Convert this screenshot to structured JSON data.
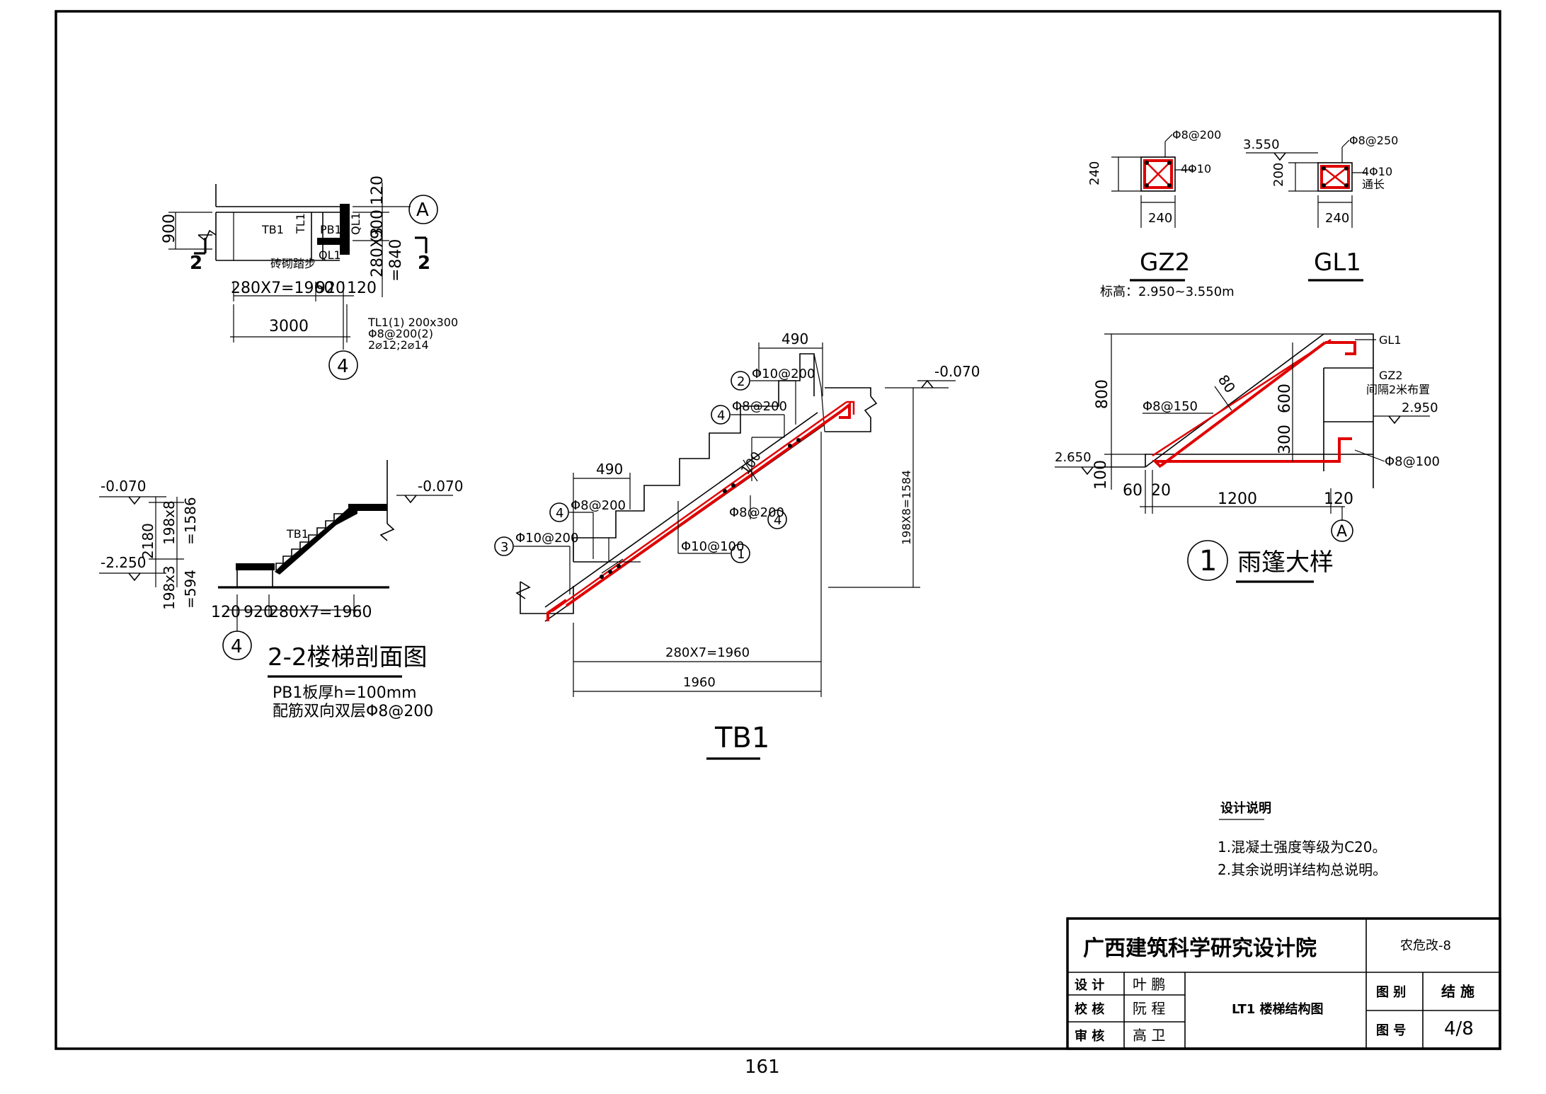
{
  "plan": {
    "axis_a": "A",
    "axis_4": "4",
    "section_mark_left": "2",
    "section_mark_right": "2",
    "dim_900_left": "900",
    "dim_120_top": "120",
    "dim_900_right": "900",
    "dim_280x3": "280X3",
    "dim_840": "=840",
    "label_tb1": "TB1",
    "label_tl1": "TL1",
    "label_pb1": "PB1",
    "label_ql1_v": "QL1",
    "label_ql1": "QL1",
    "label_brick_step": "砖砌踏步",
    "dim_280x7": "280X7=1960",
    "dim_920": "920",
    "dim_120": "120",
    "dim_3000": "3000",
    "note_line1": "TL1(1) 200x300",
    "note_line2": "Φ8@200(2)",
    "note_line3": "2⌀12;2⌀14"
  },
  "section22": {
    "elev_top_left": "-0.070",
    "elev_top_right": "-0.070",
    "elev_low": "-2.250",
    "dim_2180": "2180",
    "dim_198x8": "198x8",
    "dim_1586": "=1586",
    "dim_198x3": "198x3",
    "dim_594": "=594",
    "label_tb1": "TB1",
    "dim_120": "120",
    "dim_920": "920",
    "dim_280x7": "280X7=1960",
    "axis_4": "4",
    "title": "2-2楼梯剖面图",
    "note1": "PB1板厚h=100mm",
    "note2": "配筋双向双层Φ8@200"
  },
  "tb1": {
    "dim_490_top": "490",
    "dim_490_left": "490",
    "bar2_label": "Φ10@200",
    "bar2_no": "2",
    "bar4a_label": "Φ8@200",
    "bar4a_no": "4",
    "bar4b_label": "Φ8@200",
    "bar4b_no": "4",
    "bar4c_label": "Φ8@200",
    "bar4c_no": "4",
    "bar3_label": "Φ10@200",
    "bar3_no": "3",
    "bar1_label": "Φ10@100",
    "bar1_no": "1",
    "thickness": "100",
    "elev": "-0.070",
    "dim_vertical": "198X8=1584",
    "dim_280x7": "280X7=1960",
    "dim_1960": "1960",
    "title": "TB1"
  },
  "gz2": {
    "top_label": "Φ8@200",
    "side_label": "4Φ10",
    "dim_240_v": "240",
    "dim_240_h": "240",
    "title": "GZ2",
    "elev_range": "标高：2.950~3.550m"
  },
  "gl1": {
    "elev": "3.550",
    "top_label": "Φ8@250",
    "side_label1": "4Φ10",
    "side_label2": "通长",
    "dim_200_v": "200",
    "dim_240_h": "240",
    "title": "GL1"
  },
  "canopy": {
    "label_gl1": "GL1",
    "label_gz2": "GZ2",
    "label_gz2_note": "间隔2米布置",
    "dim_800": "800",
    "dim_80": "80",
    "dim_600": "600",
    "dim_300": "300",
    "bar_150": "Φ8@150",
    "bar_100": "Φ8@100",
    "elev_2950": "2.950",
    "elev_2650": "2.650",
    "dim_100": "100",
    "dim_60": "60",
    "dim_20": "20",
    "dim_1200": "1200",
    "dim_120": "120",
    "axis_a": "A",
    "detail_no": "1",
    "title": "雨篷大样"
  },
  "notes": {
    "heading": "设计说明",
    "item1": "1.混凝土强度等级为C20。",
    "item2": "2.其余说明详结构总说明。"
  },
  "title_block": {
    "institute": "广西建筑科学研究设计院",
    "project": "农危改-8",
    "row1_role": "设 计",
    "row1_name": "叶 鹏",
    "row2_role": "校 核",
    "row2_name": "阮 程",
    "row3_role": "审 核",
    "row3_name": "高 卫",
    "drawing_title": "LT1 楼梯结构图",
    "category_label": "图 别",
    "category_value": "结 施",
    "number_label": "图 号",
    "number_value": "4/8"
  },
  "page_number": "161",
  "colors": {
    "rebar": "#e00000",
    "line": "#000000",
    "background": "#ffffff"
  }
}
